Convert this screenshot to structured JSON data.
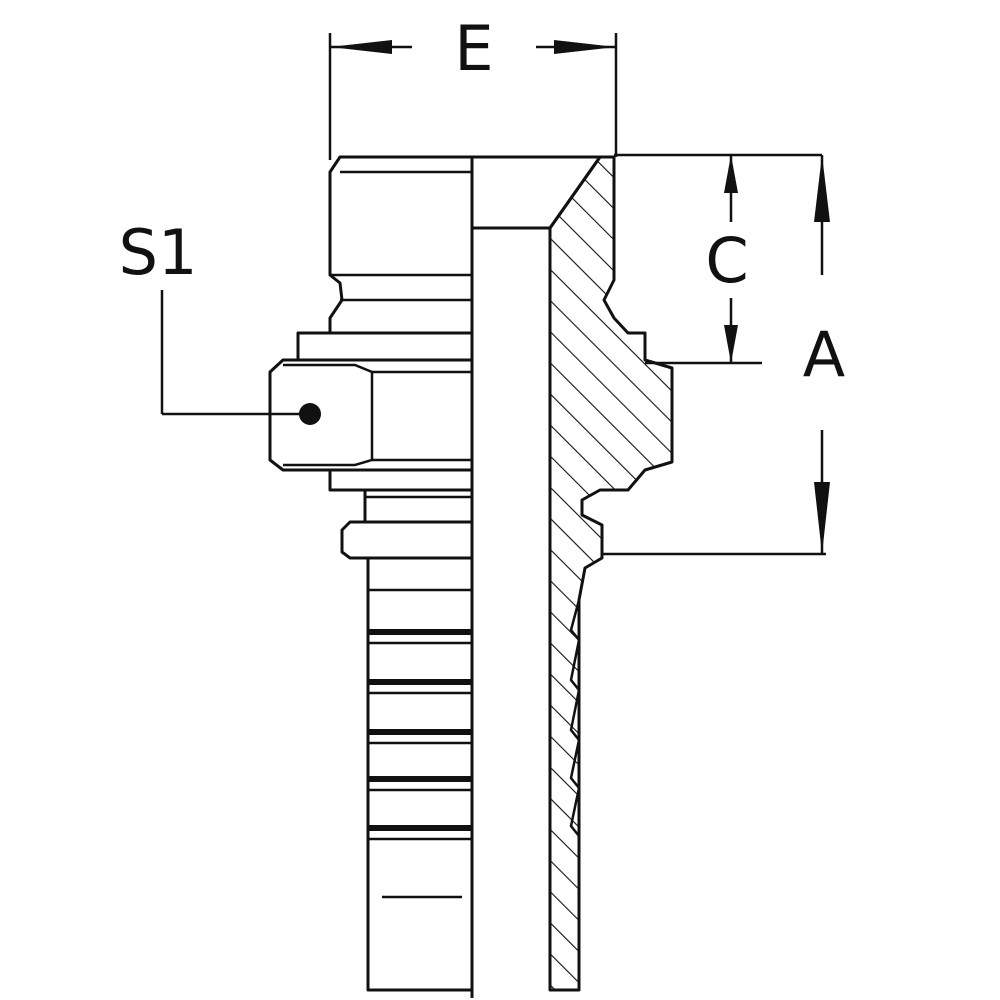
{
  "drawing": {
    "colors": {
      "line": "#111111",
      "background": "#ffffff"
    },
    "labels": {
      "E": "E",
      "C": "C",
      "A": "A",
      "S1": "S1"
    }
  }
}
